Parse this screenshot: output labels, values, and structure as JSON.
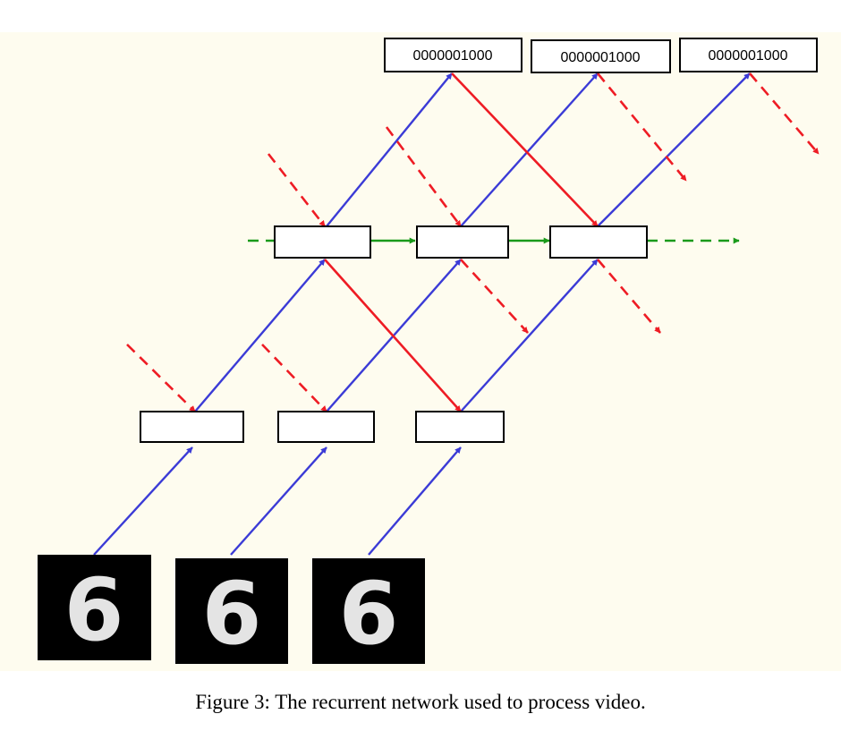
{
  "colors": {
    "background": "#fefcef",
    "forward": "#3b3bd6",
    "feedback": "#ee1c24",
    "recurrent": "#1a9a1a",
    "frame_bg": "#000000",
    "digit": "#e4e4e4"
  },
  "outputs": [
    {
      "label": "0000001000"
    },
    {
      "label": "0000001000"
    },
    {
      "label": "0000001000"
    }
  ],
  "frames": [
    {
      "digit": "6"
    },
    {
      "digit": "6"
    },
    {
      "digit": "6"
    }
  ],
  "caption": "Figure 3: The recurrent network used to process video."
}
